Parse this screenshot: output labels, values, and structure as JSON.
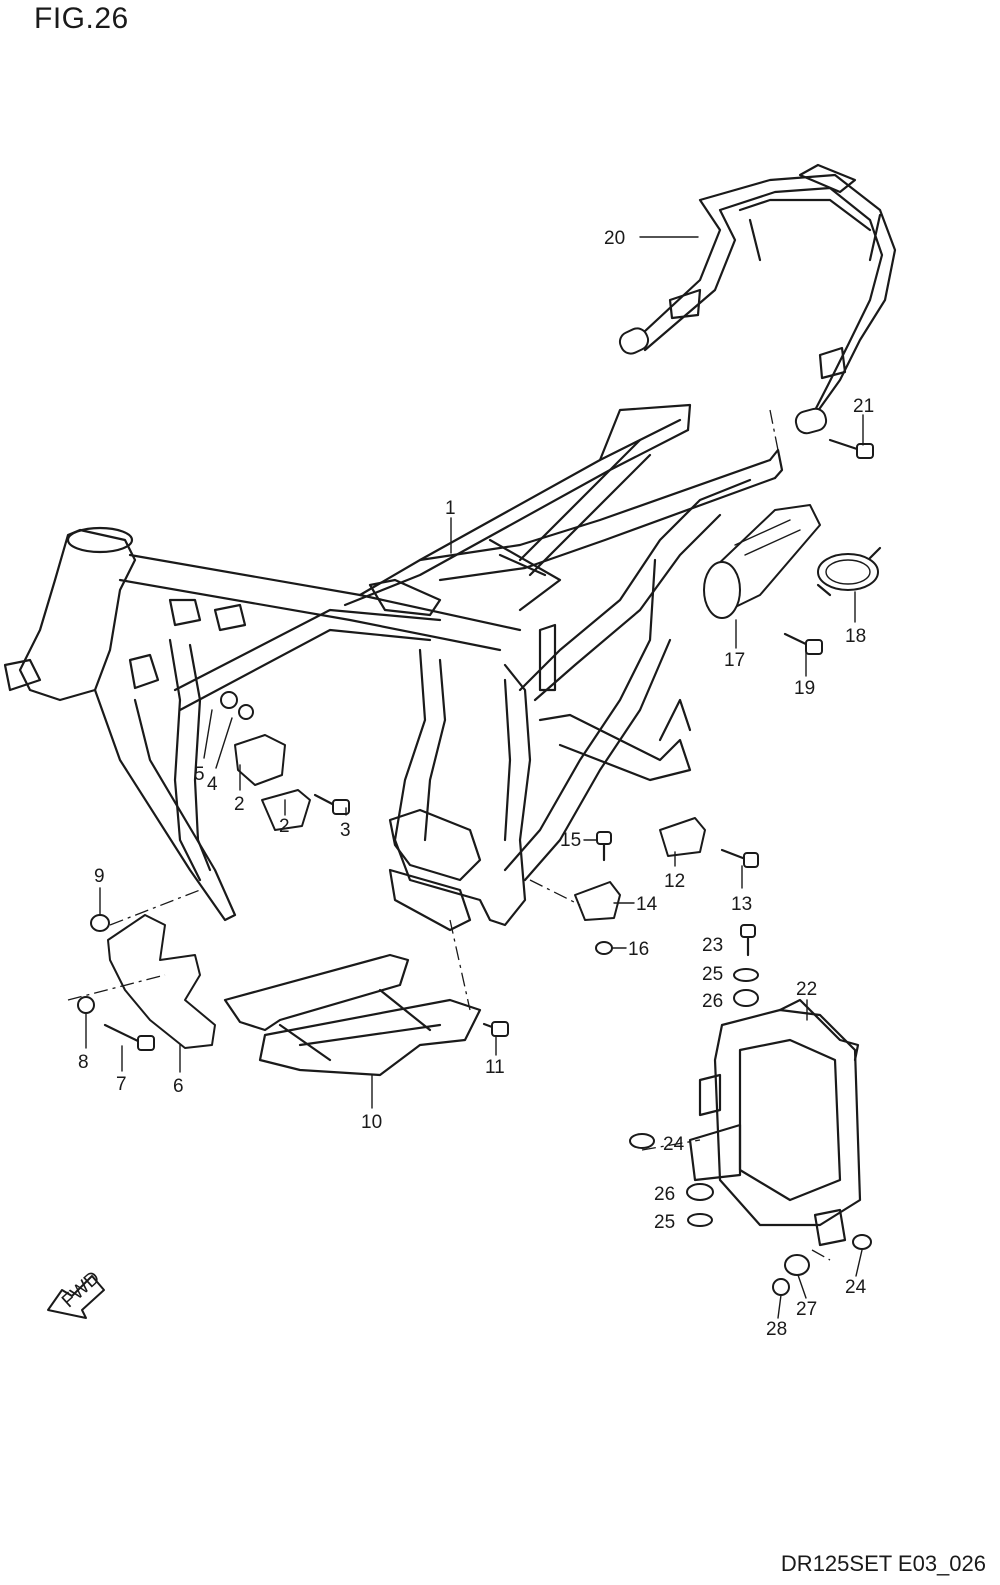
{
  "figure": {
    "title": "FIG.26",
    "code": "DR125SET E03_026",
    "fwd_label": "FWD"
  },
  "callouts": [
    "1",
    "2",
    "2",
    "3",
    "4",
    "5",
    "6",
    "7",
    "8",
    "9",
    "10",
    "11",
    "12",
    "13",
    "14",
    "15",
    "16",
    "17",
    "18",
    "19",
    "20",
    "21",
    "22",
    "23",
    "24",
    "24",
    "24",
    "25",
    "25",
    "26",
    "26",
    "27",
    "28"
  ]
}
